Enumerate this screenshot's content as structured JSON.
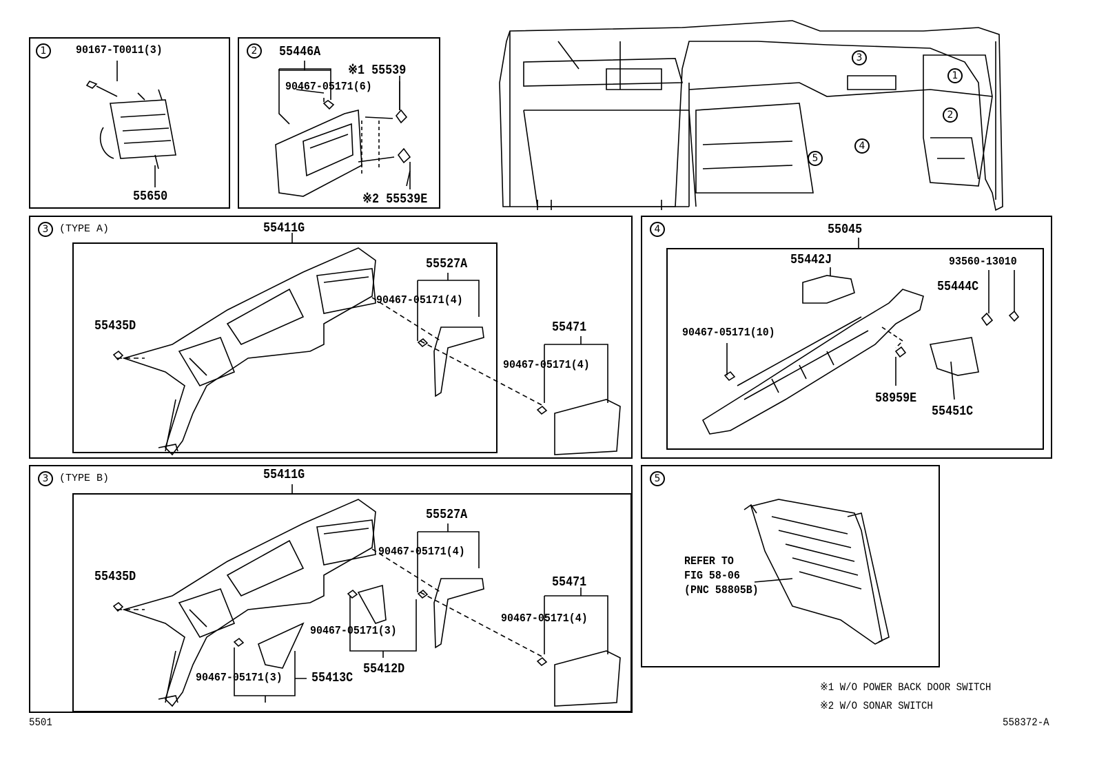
{
  "panels": {
    "p1": {
      "num": "1",
      "labels": {
        "bolt": "90167-T0011(3)",
        "vent": "55650"
      }
    },
    "p2": {
      "num": "2",
      "labels": {
        "panel": "55446A",
        "clip": "90467-05171(6)",
        "sw1": "※1 55539",
        "sw2": "※2 55539E"
      }
    },
    "p3a": {
      "num": "3",
      "type": "(TYPE A)",
      "labels": {
        "main": "55411G",
        "bracket": "55527A",
        "clip_bracket": "90467-05171(4)",
        "left_clip": "55435D",
        "cover": "55471",
        "clip_cover": "90467-05171(4)"
      }
    },
    "p3b": {
      "num": "3",
      "type": "(TYPE B)",
      "labels": {
        "main": "55411G",
        "bracket": "55527A",
        "clip_bracket": "90467-05171(4)",
        "left_clip": "55435D",
        "cover": "55471",
        "clip_cover": "90467-05171(4)",
        "clip_d": "90467-05171(3)",
        "part_d": "55412D",
        "clip_c": "90467-05171(3)",
        "part_c": "55413C"
      }
    },
    "p4": {
      "num": "4",
      "labels": {
        "main": "55045",
        "upper": "55442J",
        "screw": "93560-13010",
        "damper": "55444C",
        "clips": "90467-05171(10)",
        "stopper": "58959E",
        "box": "55451C"
      }
    },
    "p5": {
      "num": "5",
      "refer": [
        "REFER TO",
        "FIG 58-06",
        "(PNC 58805B)"
      ]
    }
  },
  "overview_markers": [
    "1",
    "2",
    "3",
    "4",
    "5"
  ],
  "notes": [
    "※1 W/O POWER BACK DOOR SWITCH",
    "※2 W/O SONAR SWITCH"
  ],
  "footer": {
    "left": "5501",
    "right": "558372-A"
  }
}
